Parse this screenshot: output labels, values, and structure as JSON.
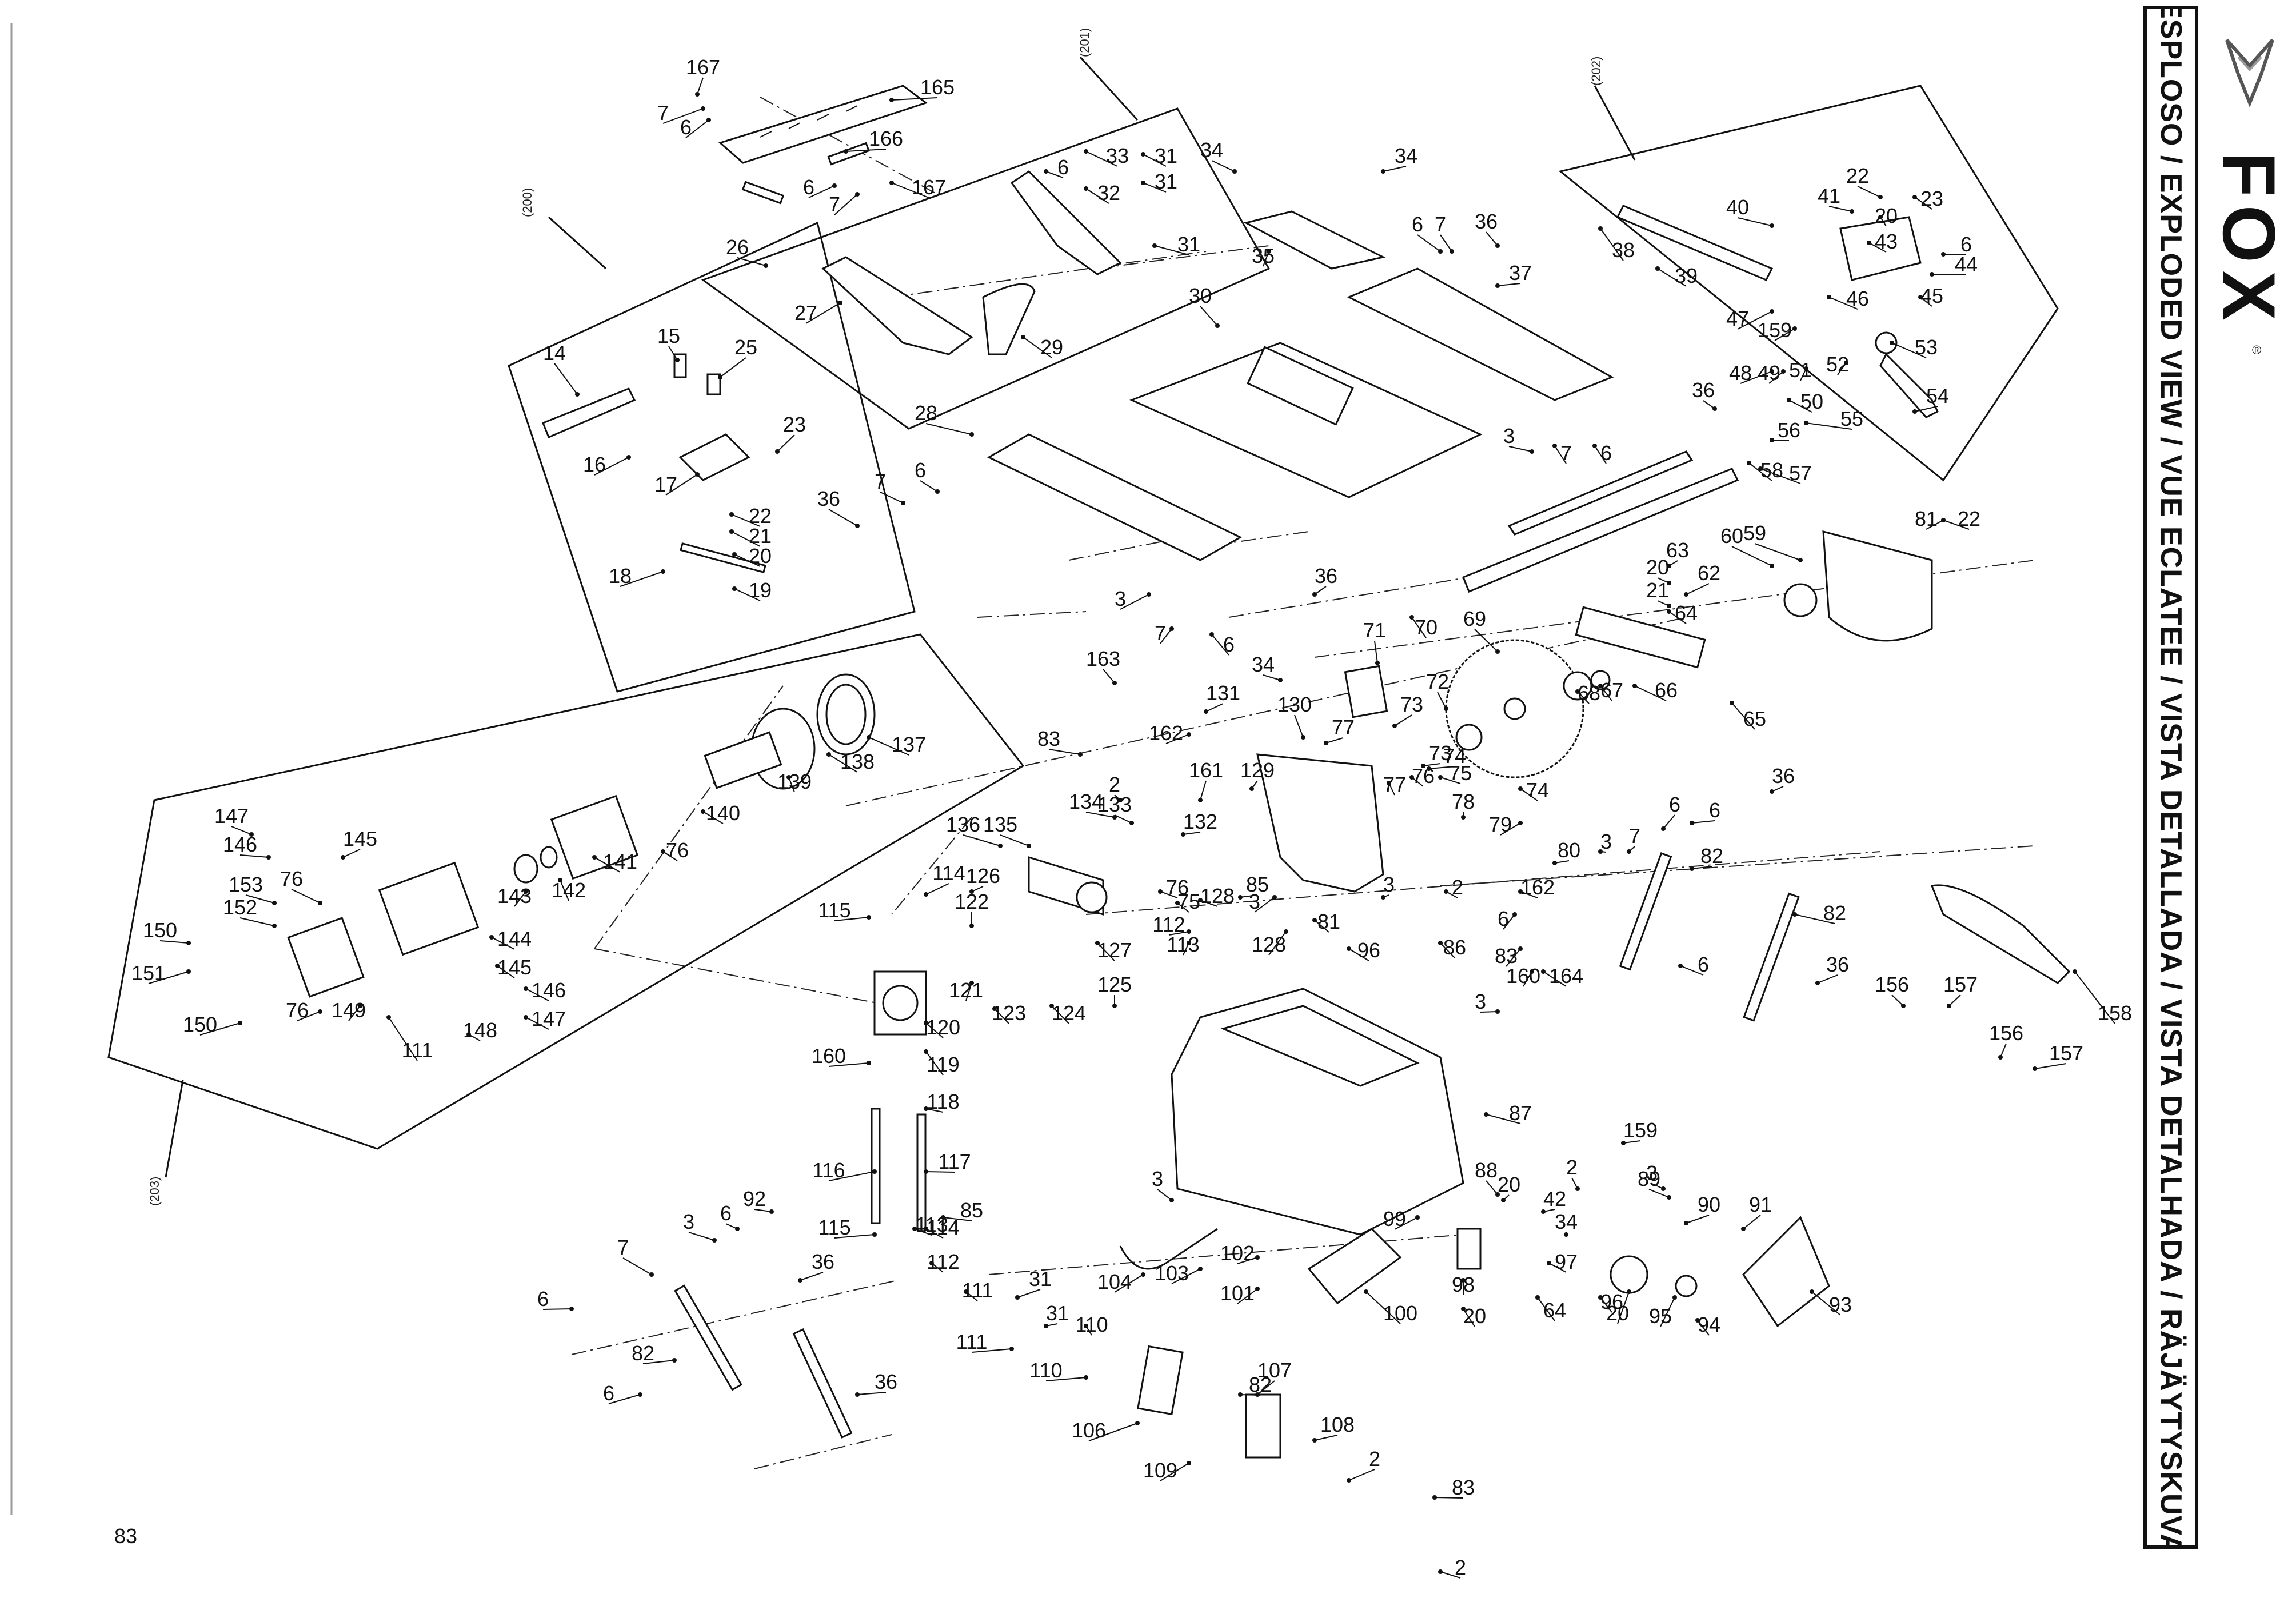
{
  "title": "ESPLOSO / EXPLODED VIEW / VUE ECLATEE / VISTA DETALLADA / VISTA DETALHADA / RÄJÄYTYSKUVA",
  "brand": {
    "name": "FOX",
    "registered": "®",
    "logo_icon": "fox-head-icon"
  },
  "groups": [
    {
      "id": "200",
      "label": "(200)"
    },
    {
      "id": "201",
      "label": "(201)"
    },
    {
      "id": "202",
      "label": "(202)"
    },
    {
      "id": "203",
      "label": "(203)"
    }
  ],
  "callouts": [
    {
      "t": "167"
    },
    {
      "t": "165"
    },
    {
      "t": "7"
    },
    {
      "t": "6"
    },
    {
      "t": "166"
    },
    {
      "t": "6"
    },
    {
      "t": "167"
    },
    {
      "t": "7"
    },
    {
      "t": "6"
    },
    {
      "t": "33"
    },
    {
      "t": "31"
    },
    {
      "t": "32"
    },
    {
      "t": "31"
    },
    {
      "t": "31"
    },
    {
      "t": "26"
    },
    {
      "t": "27"
    },
    {
      "t": "29"
    },
    {
      "t": "14"
    },
    {
      "t": "15"
    },
    {
      "t": "25"
    },
    {
      "t": "23"
    },
    {
      "t": "16"
    },
    {
      "t": "17"
    },
    {
      "t": "22"
    },
    {
      "t": "21"
    },
    {
      "t": "20"
    },
    {
      "t": "18"
    },
    {
      "t": "19"
    },
    {
      "t": "34"
    },
    {
      "t": "34"
    },
    {
      "t": "35"
    },
    {
      "t": "6"
    },
    {
      "t": "7"
    },
    {
      "t": "36"
    },
    {
      "t": "37"
    },
    {
      "t": "30"
    },
    {
      "t": "28"
    },
    {
      "t": "3"
    },
    {
      "t": "7"
    },
    {
      "t": "6"
    },
    {
      "t": "36"
    },
    {
      "t": "7"
    },
    {
      "t": "6"
    },
    {
      "t": "36"
    },
    {
      "t": "3"
    },
    {
      "t": "7"
    },
    {
      "t": "6"
    },
    {
      "t": "22"
    },
    {
      "t": "23"
    },
    {
      "t": "40"
    },
    {
      "t": "41"
    },
    {
      "t": "20"
    },
    {
      "t": "43"
    },
    {
      "t": "6"
    },
    {
      "t": "44"
    },
    {
      "t": "45"
    },
    {
      "t": "38"
    },
    {
      "t": "39"
    },
    {
      "t": "47"
    },
    {
      "t": "159"
    },
    {
      "t": "46"
    },
    {
      "t": "53"
    },
    {
      "t": "48"
    },
    {
      "t": "49"
    },
    {
      "t": "51"
    },
    {
      "t": "52"
    },
    {
      "t": "50"
    },
    {
      "t": "54"
    },
    {
      "t": "55"
    },
    {
      "t": "36"
    },
    {
      "t": "56"
    },
    {
      "t": "57"
    },
    {
      "t": "58"
    },
    {
      "t": "81"
    },
    {
      "t": "22"
    },
    {
      "t": "59"
    },
    {
      "t": "63"
    },
    {
      "t": "20"
    },
    {
      "t": "62"
    },
    {
      "t": "21"
    },
    {
      "t": "60"
    },
    {
      "t": "64"
    },
    {
      "t": "66"
    },
    {
      "t": "67"
    },
    {
      "t": "68"
    },
    {
      "t": "65"
    },
    {
      "t": "71"
    },
    {
      "t": "70"
    },
    {
      "t": "69"
    },
    {
      "t": "72"
    },
    {
      "t": "73"
    },
    {
      "t": "34"
    },
    {
      "t": "163"
    },
    {
      "t": "131"
    },
    {
      "t": "130"
    },
    {
      "t": "77"
    },
    {
      "t": "73"
    },
    {
      "t": "74"
    },
    {
      "t": "75"
    },
    {
      "t": "76"
    },
    {
      "t": "77"
    },
    {
      "t": "74"
    },
    {
      "t": "83"
    },
    {
      "t": "162"
    },
    {
      "t": "161"
    },
    {
      "t": "129"
    },
    {
      "t": "134"
    },
    {
      "t": "133"
    },
    {
      "t": "2"
    },
    {
      "t": "132"
    },
    {
      "t": "136"
    },
    {
      "t": "135"
    },
    {
      "t": "78"
    },
    {
      "t": "79"
    },
    {
      "t": "6"
    },
    {
      "t": "36"
    },
    {
      "t": "3"
    },
    {
      "t": "7"
    },
    {
      "t": "6"
    },
    {
      "t": "80"
    },
    {
      "t": "82"
    },
    {
      "t": "85"
    },
    {
      "t": "3"
    },
    {
      "t": "2"
    },
    {
      "t": "162"
    },
    {
      "t": "3"
    },
    {
      "t": "76"
    },
    {
      "t": "75"
    },
    {
      "t": "128"
    },
    {
      "t": "81"
    },
    {
      "t": "96"
    },
    {
      "t": "86"
    },
    {
      "t": "128"
    },
    {
      "t": "6"
    },
    {
      "t": "83"
    },
    {
      "t": "160"
    },
    {
      "t": "164"
    },
    {
      "t": "3"
    },
    {
      "t": "82"
    },
    {
      "t": "6"
    },
    {
      "t": "36"
    },
    {
      "t": "114"
    },
    {
      "t": "126"
    },
    {
      "t": "122"
    },
    {
      "t": "115"
    },
    {
      "t": "112"
    },
    {
      "t": "113"
    },
    {
      "t": "127"
    },
    {
      "t": "125"
    },
    {
      "t": "121"
    },
    {
      "t": "123"
    },
    {
      "t": "124"
    },
    {
      "t": "120"
    },
    {
      "t": "119"
    },
    {
      "t": "160"
    },
    {
      "t": "118"
    },
    {
      "t": "116"
    },
    {
      "t": "117"
    },
    {
      "t": "115"
    },
    {
      "t": "114"
    },
    {
      "t": "85"
    },
    {
      "t": "113"
    },
    {
      "t": "112"
    },
    {
      "t": "111"
    },
    {
      "t": "31"
    },
    {
      "t": "110"
    },
    {
      "t": "111"
    },
    {
      "t": "31"
    },
    {
      "t": "110"
    },
    {
      "t": "137"
    },
    {
      "t": "138"
    },
    {
      "t": "139"
    },
    {
      "t": "140"
    },
    {
      "t": "147"
    },
    {
      "t": "146"
    },
    {
      "t": "145"
    },
    {
      "t": "141"
    },
    {
      "t": "76"
    },
    {
      "t": "153"
    },
    {
      "t": "76"
    },
    {
      "t": "142"
    },
    {
      "t": "143"
    },
    {
      "t": "152"
    },
    {
      "t": "144"
    },
    {
      "t": "150"
    },
    {
      "t": "145"
    },
    {
      "t": "151"
    },
    {
      "t": "146"
    },
    {
      "t": "76"
    },
    {
      "t": "149"
    },
    {
      "t": "147"
    },
    {
      "t": "150"
    },
    {
      "t": "148"
    },
    {
      "t": "111"
    },
    {
      "t": "156"
    },
    {
      "t": "157"
    },
    {
      "t": "158"
    },
    {
      "t": "156"
    },
    {
      "t": "157"
    },
    {
      "t": "87"
    },
    {
      "t": "159"
    },
    {
      "t": "3"
    },
    {
      "t": "2"
    },
    {
      "t": "88"
    },
    {
      "t": "3"
    },
    {
      "t": "89"
    },
    {
      "t": "20"
    },
    {
      "t": "42"
    },
    {
      "t": "90"
    },
    {
      "t": "91"
    },
    {
      "t": "34"
    },
    {
      "t": "99"
    },
    {
      "t": "97"
    },
    {
      "t": "102"
    },
    {
      "t": "98"
    },
    {
      "t": "104"
    },
    {
      "t": "103"
    },
    {
      "t": "101"
    },
    {
      "t": "100"
    },
    {
      "t": "20"
    },
    {
      "t": "64"
    },
    {
      "t": "96"
    },
    {
      "t": "20"
    },
    {
      "t": "95"
    },
    {
      "t": "94"
    },
    {
      "t": "93"
    },
    {
      "t": "92"
    },
    {
      "t": "3"
    },
    {
      "t": "6"
    },
    {
      "t": "7"
    },
    {
      "t": "6"
    },
    {
      "t": "36"
    },
    {
      "t": "82"
    },
    {
      "t": "6"
    },
    {
      "t": "36"
    },
    {
      "t": "82"
    },
    {
      "t": "107"
    },
    {
      "t": "106"
    },
    {
      "t": "109"
    },
    {
      "t": "108"
    },
    {
      "t": "2"
    },
    {
      "t": "83"
    },
    {
      "t": "2"
    },
    {
      "t": "83"
    }
  ]
}
